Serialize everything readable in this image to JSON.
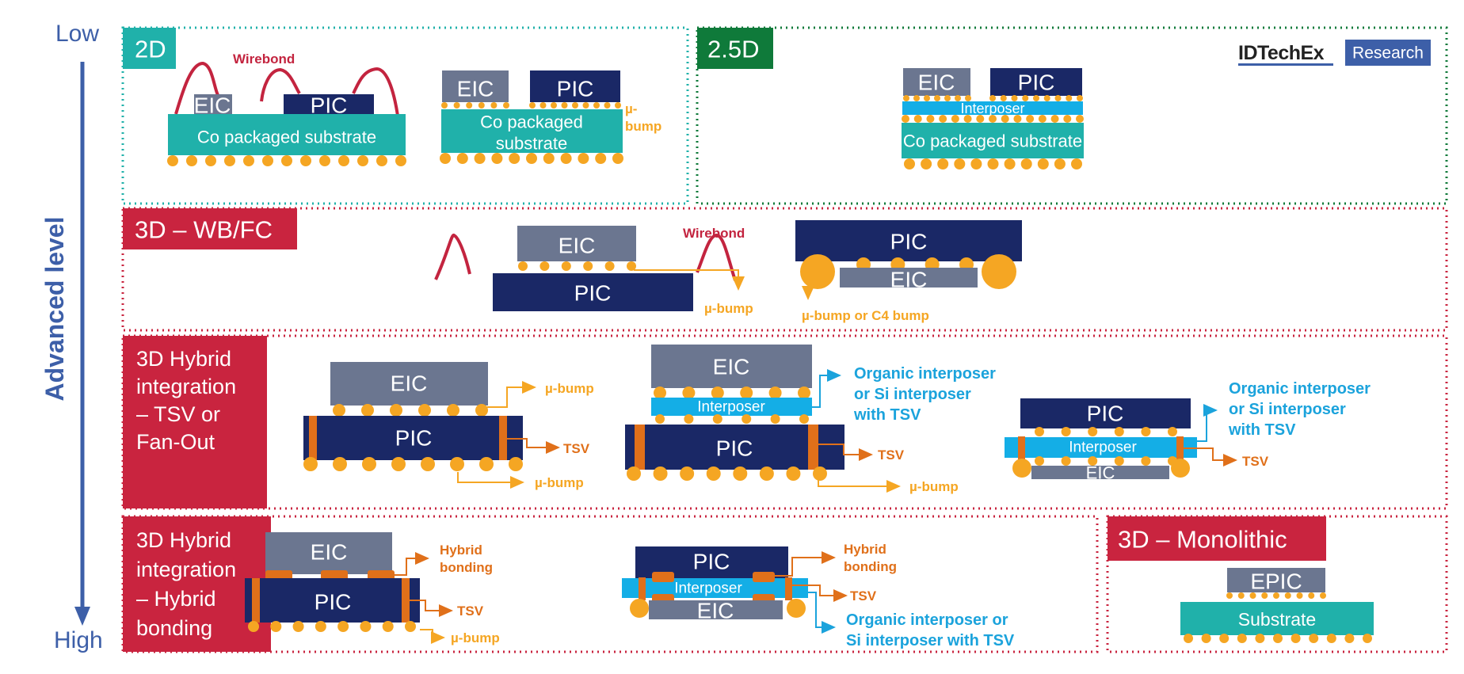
{
  "axis": {
    "low": "Low",
    "high": "High",
    "title": "Advanced level"
  },
  "logo": {
    "brand": "IDTechEx",
    "tag": "Research"
  },
  "colors": {
    "eic": "#6B7690",
    "pic": "#1A2866",
    "substrate": "#20B1AA",
    "interposer": "#14AEE6",
    "bump": "#F5A623",
    "tsv": "#E0701A",
    "wire": "#C3243F",
    "sec_2d": "#20B1AA",
    "sec_25d": "#0F7A3A",
    "sec_3d": "#C9243F",
    "axis": "#3D5FA8",
    "blue_note": "#1BA3DC"
  },
  "sections": {
    "s2d": {
      "label": "2D",
      "wirebond": "Wirebond",
      "eic": "EIC",
      "pic": "PIC",
      "substrate": "Co packaged substrate",
      "eic2": "EIC",
      "pic2": "PIC",
      "substrate2_l1": "Co packaged",
      "substrate2_l2": "substrate",
      "ubump_l1": "µ-",
      "ubump_l2": "bump"
    },
    "s25d": {
      "label": "2.5D",
      "eic": "EIC",
      "pic": "PIC",
      "interposer": "Interposer",
      "substrate": "Co packaged substrate"
    },
    "s3dwb": {
      "label": "3D – WB/FC",
      "eic": "EIC",
      "pic": "PIC",
      "wirebond": "Wirebond",
      "ubump": "µ-bump",
      "pic2": "PIC",
      "eic2": "EIC",
      "bump_note": "µ-bump or C4 bump"
    },
    "s3dtsv": {
      "label_lines": [
        "3D Hybrid",
        "integration",
        "– TSV or",
        "Fan-Out"
      ],
      "a": {
        "eic": "EIC",
        "pic": "PIC",
        "ubump_top": "µ-bump",
        "tsv": "TSV",
        "ubump_bottom": "µ-bump"
      },
      "b": {
        "eic": "EIC",
        "interposer": "Interposer",
        "pic": "PIC",
        "note_lines": [
          "Organic interposer",
          "or Si interposer",
          "with TSV"
        ],
        "tsv": "TSV",
        "ubump": "µ-bump"
      },
      "c": {
        "pic": "PIC",
        "interposer": "Interposer",
        "eic": "EIC",
        "note_lines": [
          "Organic interposer",
          "or Si interposer",
          "with TSV"
        ],
        "tsv": "TSV"
      }
    },
    "s3dhb": {
      "label_lines": [
        "3D Hybrid",
        "integration",
        "– Hybrid",
        "bonding"
      ],
      "a": {
        "eic": "EIC",
        "pic": "PIC",
        "hb_lines": [
          "Hybrid",
          "bonding"
        ],
        "tsv": "TSV",
        "ubump": "µ-bump"
      },
      "b": {
        "pic": "PIC",
        "interposer": "Interposer",
        "eic": "EIC",
        "hb_lines": [
          "Hybrid",
          "bonding"
        ],
        "tsv": "TSV",
        "note_lines": [
          "Organic interposer or",
          "Si interposer with TSV"
        ]
      }
    },
    "s3dmono": {
      "label": "3D – Monolithic",
      "epic": "EPIC",
      "substrate": "Substrate"
    }
  }
}
